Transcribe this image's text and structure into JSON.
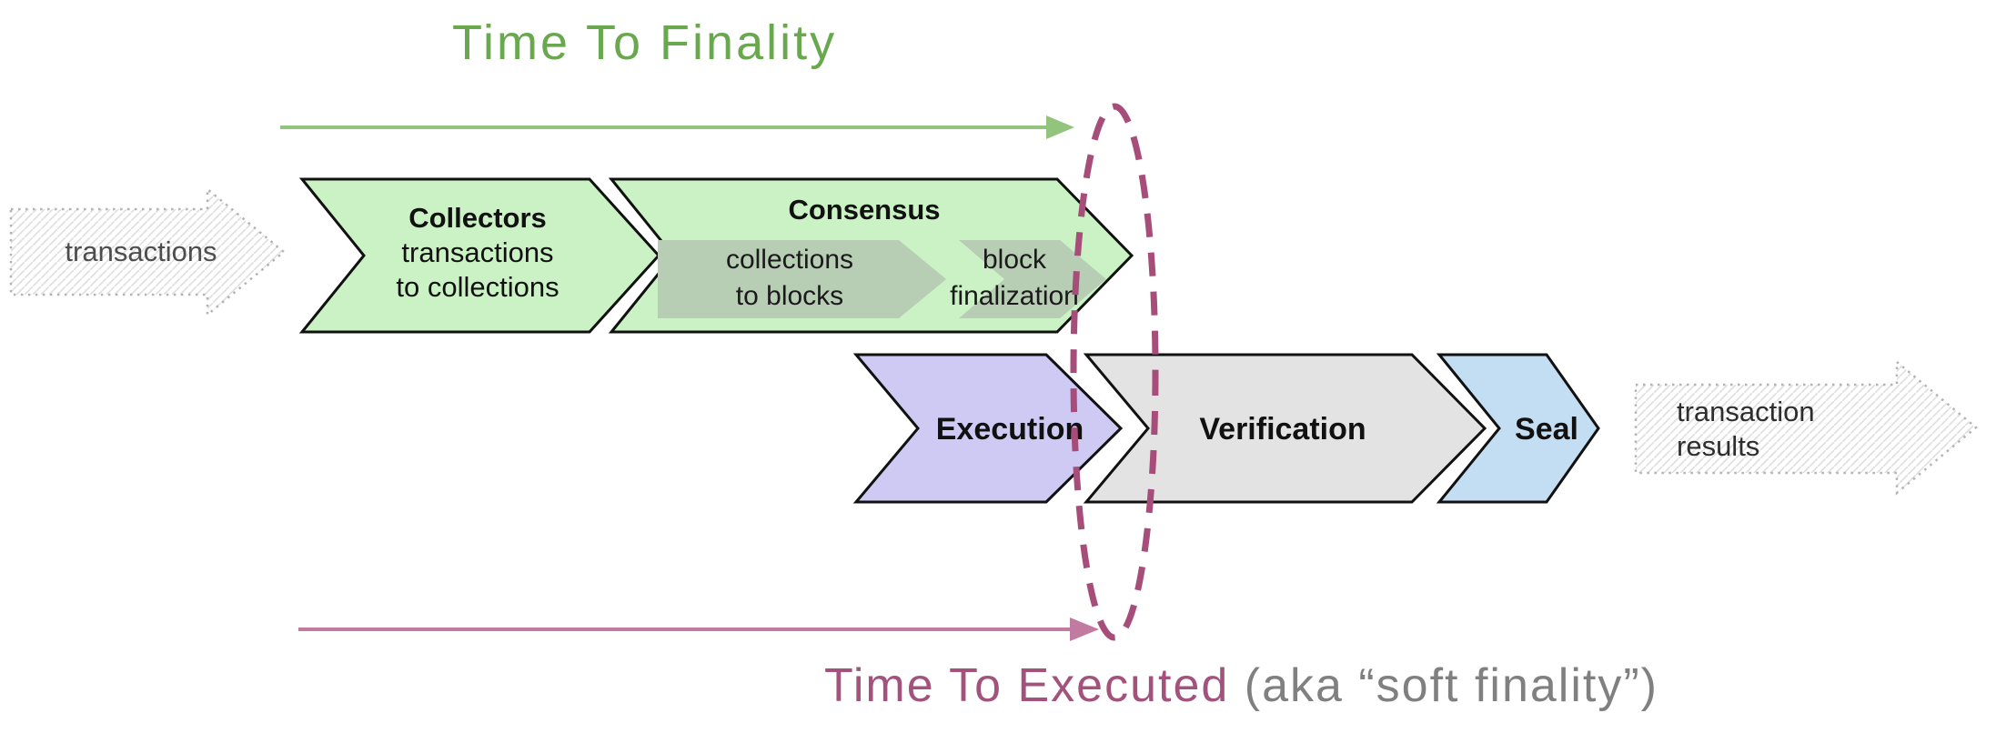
{
  "titles": {
    "finality": "Time To Finality",
    "executed": "Time To Executed",
    "executed_suffix": " (aka “soft finality”)"
  },
  "io": {
    "input_label": "transactions",
    "output_line1": "transaction",
    "output_line2": "results"
  },
  "stages": {
    "collectors": {
      "title": "Collectors",
      "line1": "transactions",
      "line2": "to collections"
    },
    "consensus": {
      "title": "Consensus"
    },
    "consensus_sub1": {
      "line1": "collections",
      "line2": "to blocks"
    },
    "consensus_sub2": {
      "line1": "block",
      "line2": "finalization"
    },
    "execution": {
      "title": "Execution"
    },
    "verification": {
      "title": "Verification"
    },
    "seal": {
      "title": "Seal"
    }
  },
  "colors": {
    "title_green": "#6aa84f",
    "arrow_green": "#93c47d",
    "arrow_pink": "#c27ba0",
    "ellipse_maroon": "#a64d79",
    "title_maroon": "#a2527b",
    "subtitle_gray": "#808080",
    "stage_green": "#cbf2c4",
    "stage_sub_green": "#b7cdb4",
    "stage_purple": "#cecaf3",
    "stage_gray": "#e3e3e3",
    "stage_blue": "#c3ddf2",
    "outline_black": "#111111",
    "hatch_line": "#dedede",
    "hatch_border": "#b3b3b3"
  }
}
